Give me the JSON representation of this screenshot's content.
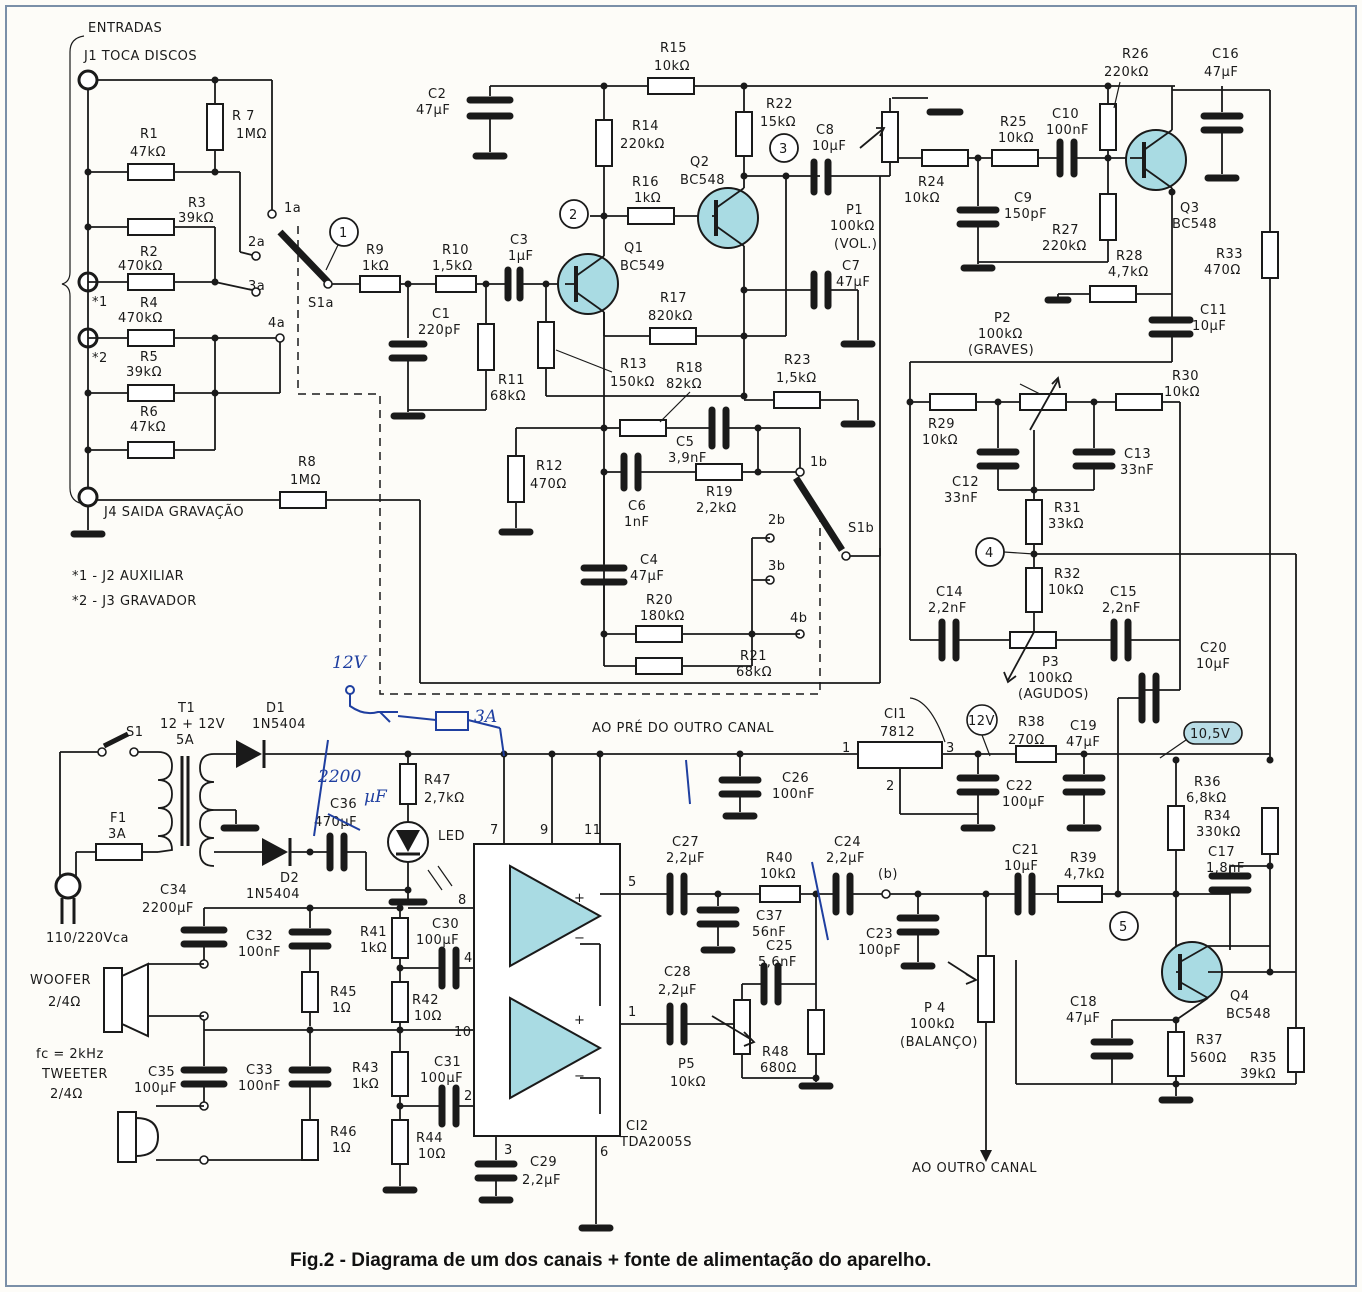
{
  "caption": "Fig.2 - Diagrama de um dos canais + fonte de alimentação do aparelho.",
  "headings": {
    "entradas": "ENTRADAS",
    "j1": "J1 TOCA DISCOS",
    "j4": "J4 SAIDA GRAVAÇÃO",
    "note1": "*1 - J2 AUXILIAR",
    "note2": "*2 - J3 GRAVADOR",
    "mark1": "*1",
    "mark2": "*2",
    "to_pre": "AO PRÉ DO OUTRO CANAL",
    "to_other": "AO OUTRO CANAL",
    "mains": "110/220Vca",
    "woofer1": "WOOFER",
    "woofer2": "2/4Ω",
    "fc": "fc = 2kHz",
    "tweeter1": "TWEETER",
    "tweeter2": "2/4Ω",
    "led": "LED",
    "volt12": "12V",
    "volt105": "10,5V",
    "b_point": "(b)"
  },
  "nodes": [
    "1",
    "2",
    "3",
    "4",
    "5"
  ],
  "components": [
    {
      "ref": "R1",
      "value": "47kΩ"
    },
    {
      "ref": "R2",
      "value": "470kΩ"
    },
    {
      "ref": "R3",
      "value": "39kΩ"
    },
    {
      "ref": "R4",
      "value": "470kΩ"
    },
    {
      "ref": "R5",
      "value": "39kΩ"
    },
    {
      "ref": "R6",
      "value": "47kΩ"
    },
    {
      "ref": "R7",
      "value": "1MΩ"
    },
    {
      "ref": "R8",
      "value": "1MΩ"
    },
    {
      "ref": "R9",
      "value": "1kΩ"
    },
    {
      "ref": "R10",
      "value": "1,5kΩ"
    },
    {
      "ref": "R11",
      "value": "68kΩ"
    },
    {
      "ref": "R12",
      "value": "470Ω"
    },
    {
      "ref": "R13",
      "value": "150kΩ"
    },
    {
      "ref": "R14",
      "value": "220kΩ"
    },
    {
      "ref": "R15",
      "value": "10kΩ"
    },
    {
      "ref": "R16",
      "value": "1kΩ"
    },
    {
      "ref": "R17",
      "value": "820kΩ"
    },
    {
      "ref": "R18",
      "value": "82kΩ"
    },
    {
      "ref": "R19",
      "value": "2,2kΩ"
    },
    {
      "ref": "R20",
      "value": "180kΩ"
    },
    {
      "ref": "R21",
      "value": "68kΩ"
    },
    {
      "ref": "R22",
      "value": "15kΩ"
    },
    {
      "ref": "R23",
      "value": "1,5kΩ"
    },
    {
      "ref": "R24",
      "value": "10kΩ"
    },
    {
      "ref": "R25",
      "value": "10kΩ"
    },
    {
      "ref": "R26",
      "value": "220kΩ"
    },
    {
      "ref": "R27",
      "value": "220kΩ"
    },
    {
      "ref": "R28",
      "value": "4,7kΩ"
    },
    {
      "ref": "R29",
      "value": "10kΩ"
    },
    {
      "ref": "R30",
      "value": "10kΩ"
    },
    {
      "ref": "R31",
      "value": "33kΩ"
    },
    {
      "ref": "R32",
      "value": "10kΩ"
    },
    {
      "ref": "R33",
      "value": "470Ω"
    },
    {
      "ref": "R34",
      "value": "330kΩ"
    },
    {
      "ref": "R35",
      "value": "39kΩ"
    },
    {
      "ref": "R36",
      "value": "6,8kΩ"
    },
    {
      "ref": "R37",
      "value": "560Ω"
    },
    {
      "ref": "R38",
      "value": "270Ω"
    },
    {
      "ref": "R39",
      "value": "4,7kΩ"
    },
    {
      "ref": "R40",
      "value": "10kΩ"
    },
    {
      "ref": "R41",
      "value": "1kΩ"
    },
    {
      "ref": "R42",
      "value": "10Ω"
    },
    {
      "ref": "R43",
      "value": "1kΩ"
    },
    {
      "ref": "R44",
      "value": "10Ω"
    },
    {
      "ref": "R45",
      "value": "1Ω"
    },
    {
      "ref": "R46",
      "value": "1Ω"
    },
    {
      "ref": "R47",
      "value": "2,7kΩ"
    },
    {
      "ref": "R48",
      "value": "680Ω"
    },
    {
      "ref": "C1",
      "value": "220pF"
    },
    {
      "ref": "C2",
      "value": "47µF"
    },
    {
      "ref": "C3",
      "value": "1µF"
    },
    {
      "ref": "C4",
      "value": "47µF"
    },
    {
      "ref": "C5",
      "value": "3,9nF"
    },
    {
      "ref": "C6",
      "value": "1nF"
    },
    {
      "ref": "C7",
      "value": "47µF"
    },
    {
      "ref": "C8",
      "value": "10µF"
    },
    {
      "ref": "C9",
      "value": "150pF"
    },
    {
      "ref": "C10",
      "value": "100nF"
    },
    {
      "ref": "C11",
      "value": "10µF"
    },
    {
      "ref": "C12",
      "value": "33nF"
    },
    {
      "ref": "C13",
      "value": "33nF"
    },
    {
      "ref": "C14",
      "value": "2,2nF"
    },
    {
      "ref": "C15",
      "value": "2,2nF"
    },
    {
      "ref": "C16",
      "value": "47µF"
    },
    {
      "ref": "C17",
      "value": "1,8nF"
    },
    {
      "ref": "C18",
      "value": "47µF"
    },
    {
      "ref": "C19",
      "value": "47µF"
    },
    {
      "ref": "C20",
      "value": "10µF"
    },
    {
      "ref": "C21",
      "value": "10µF"
    },
    {
      "ref": "C22",
      "value": "100µF"
    },
    {
      "ref": "C23",
      "value": "100pF"
    },
    {
      "ref": "C24",
      "value": "2,2µF"
    },
    {
      "ref": "C25",
      "value": "5,6nF"
    },
    {
      "ref": "C26",
      "value": "100nF"
    },
    {
      "ref": "C27",
      "value": "2,2µF"
    },
    {
      "ref": "C28",
      "value": "2,2µF"
    },
    {
      "ref": "C29",
      "value": "2,2µF"
    },
    {
      "ref": "C30",
      "value": "100µF"
    },
    {
      "ref": "C31",
      "value": "100µF"
    },
    {
      "ref": "C32",
      "value": "100nF"
    },
    {
      "ref": "C33",
      "value": "100nF"
    },
    {
      "ref": "C34",
      "value": "2200µF"
    },
    {
      "ref": "C35",
      "value": "100µF"
    },
    {
      "ref": "C36",
      "value": "470µF"
    },
    {
      "ref": "C37",
      "value": "56nF"
    },
    {
      "ref": "Q1",
      "value": "BC549"
    },
    {
      "ref": "Q2",
      "value": "BC548"
    },
    {
      "ref": "Q3",
      "value": "BC548"
    },
    {
      "ref": "Q4",
      "value": "BC548"
    },
    {
      "ref": "D1",
      "value": "1N5404"
    },
    {
      "ref": "D2",
      "value": "1N5404"
    },
    {
      "ref": "T1",
      "value": "12 + 12V",
      "extra": "5A"
    },
    {
      "ref": "F1",
      "value": "3A"
    },
    {
      "ref": "S1",
      "value": ""
    },
    {
      "ref": "CI1",
      "value": "7812"
    },
    {
      "ref": "CI2",
      "value": "TDA2005S"
    }
  ],
  "pots": [
    {
      "ref": "P1",
      "value": "100kΩ",
      "func": "(VOL.)"
    },
    {
      "ref": "P2",
      "value": "100kΩ",
      "func": "(GRAVES)"
    },
    {
      "ref": "P3",
      "value": "100kΩ",
      "func": "(AGUDOS)"
    },
    {
      "ref": "P4",
      "value": "100kΩ",
      "func": "(BALANÇO)"
    },
    {
      "ref": "P5",
      "value": "10kΩ",
      "func": ""
    }
  ],
  "switch_contacts": {
    "s1a": "S1a",
    "s1b": "S1b",
    "a1": "1a",
    "a2": "2a",
    "a3": "3a",
    "a4": "4a",
    "b1": "1b",
    "b2": "2b",
    "b3": "3b",
    "b4": "4b"
  },
  "ic_pins": {
    "ci1": [
      "1",
      "2",
      "3"
    ],
    "ci2": [
      "7",
      "9",
      "11",
      "8",
      "4",
      "10",
      "2",
      "1",
      "5",
      "3",
      "6"
    ]
  },
  "handwritten": [
    "12V",
    "3A",
    "2200",
    "µF"
  ]
}
